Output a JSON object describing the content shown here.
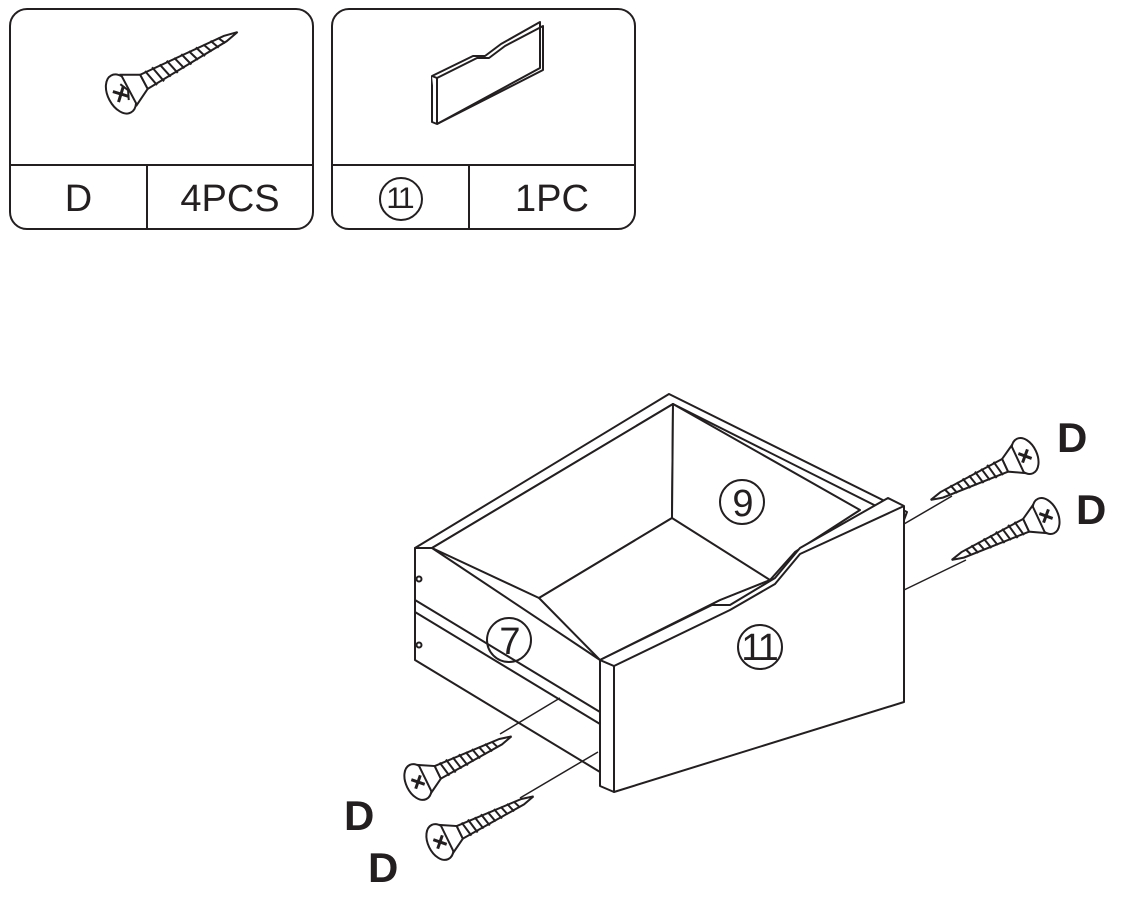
{
  "parts": {
    "screw": {
      "code": "D",
      "qty": "4PCS",
      "icon": "screw-icon"
    },
    "panel": {
      "number": "11",
      "qty": "1PC",
      "icon": "drawer-front-panel-icon"
    }
  },
  "assembly": {
    "panel_labels": {
      "back": "9",
      "side": "7",
      "front": "11"
    },
    "screw_labels": [
      "D",
      "D",
      "D",
      "D"
    ]
  }
}
